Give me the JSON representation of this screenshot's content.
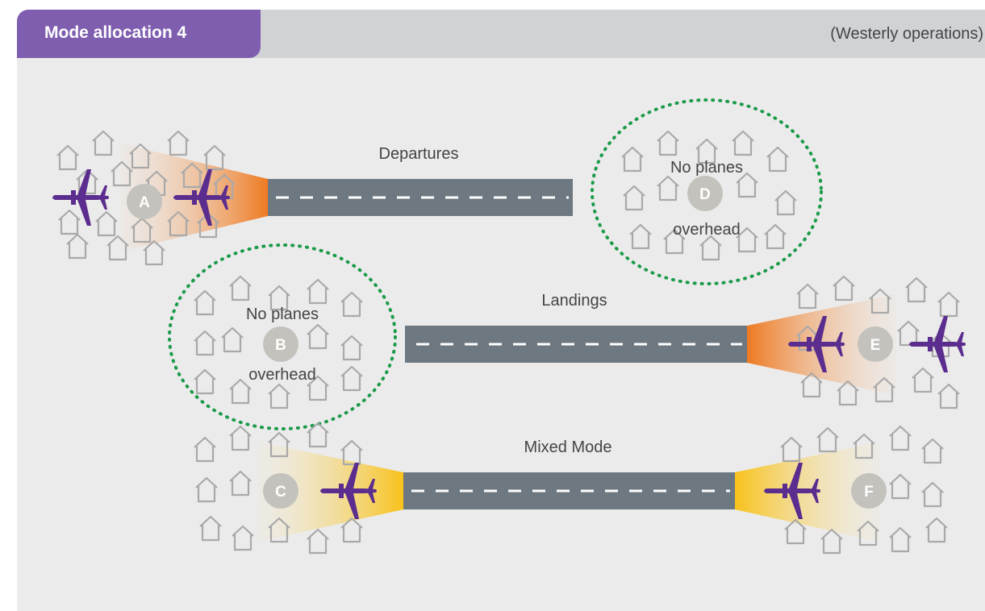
{
  "header": {
    "title": "Mode allocation 4",
    "subtitle": "(Westerly operations)"
  },
  "runways": {
    "departures": "Departures",
    "landings": "Landings",
    "mixed_mode": "Mixed Mode"
  },
  "areas": {
    "A": "A",
    "B": "B",
    "C": "C",
    "D": "D",
    "E": "E",
    "F": "F"
  },
  "no_planes_notes": [
    {
      "area": "B",
      "line1": "No planes",
      "line2": "overhead"
    },
    {
      "area": "D",
      "line1": "No planes",
      "line2": "overhead"
    }
  ],
  "colors": {
    "header_tab": "#7f5eaf",
    "header_bar": "#d0d3d6",
    "background": "#ebebeb",
    "runway": "#6d7880",
    "plane": "#5b2d8e",
    "departure_arrival_beam": "#ee7a22",
    "mixed_mode_beam": "#f8c21a",
    "no_planes_ring": "#1a9a48",
    "area_marker": "#c4c2bd",
    "house_outline": "#a9a9a9"
  },
  "icons": {
    "plane": "plane-icon",
    "house": "house-icon"
  }
}
